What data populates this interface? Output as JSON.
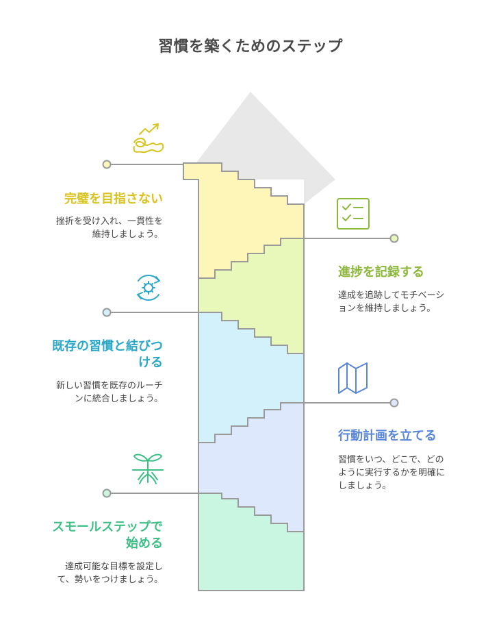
{
  "title": "習慣を築くためのステップ",
  "colors": {
    "yellow": "#d8c31e",
    "green": "#8bb83a",
    "cyan": "#2aa7c9",
    "blue": "#5a86d8",
    "mint": "#3cbf85"
  },
  "steps": [
    {
      "id": "perfect",
      "title": "完璧を目指さない",
      "desc": [
        "挫折を受け入れ、一貫性を",
        "維持しましょう。"
      ],
      "icon": "trend-sketch-icon"
    },
    {
      "id": "record",
      "title": "進捗を記録する",
      "desc": [
        "達成を追跡してモチベーシ",
        "ョンを維持しましょう。"
      ],
      "icon": "checklist-icon"
    },
    {
      "id": "link",
      "title_lines": [
        "既存の習慣と結びつ",
        "ける"
      ],
      "desc": [
        "新しい習慣を既存のルーチ",
        "ンに統合しましょう。"
      ],
      "icon": "cycle-gear-icon"
    },
    {
      "id": "plan",
      "title": "行動計画を立てる",
      "desc": [
        "習慣をいつ、どこで、どの",
        "ように実行するかを明確に",
        "しましょう。"
      ],
      "icon": "map-icon"
    },
    {
      "id": "small",
      "title_lines": [
        "スモールステップで",
        "始める"
      ],
      "desc": [
        "達成可能な目標を設定し",
        "て、勢いをつけましょう。"
      ],
      "icon": "sprout-icon"
    }
  ]
}
